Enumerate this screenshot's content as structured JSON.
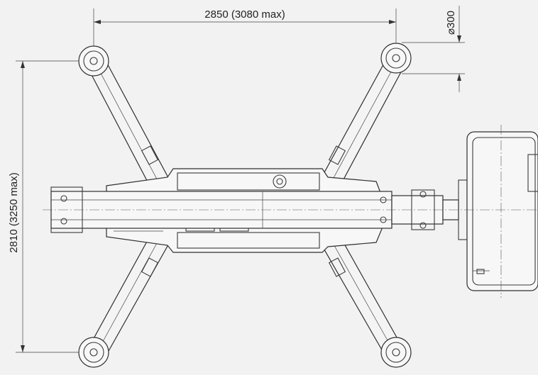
{
  "dimensions": {
    "width_label": "2850 (3080 max)",
    "height_label": "2810 (3250 max)",
    "pad_label": "⌀300"
  }
}
